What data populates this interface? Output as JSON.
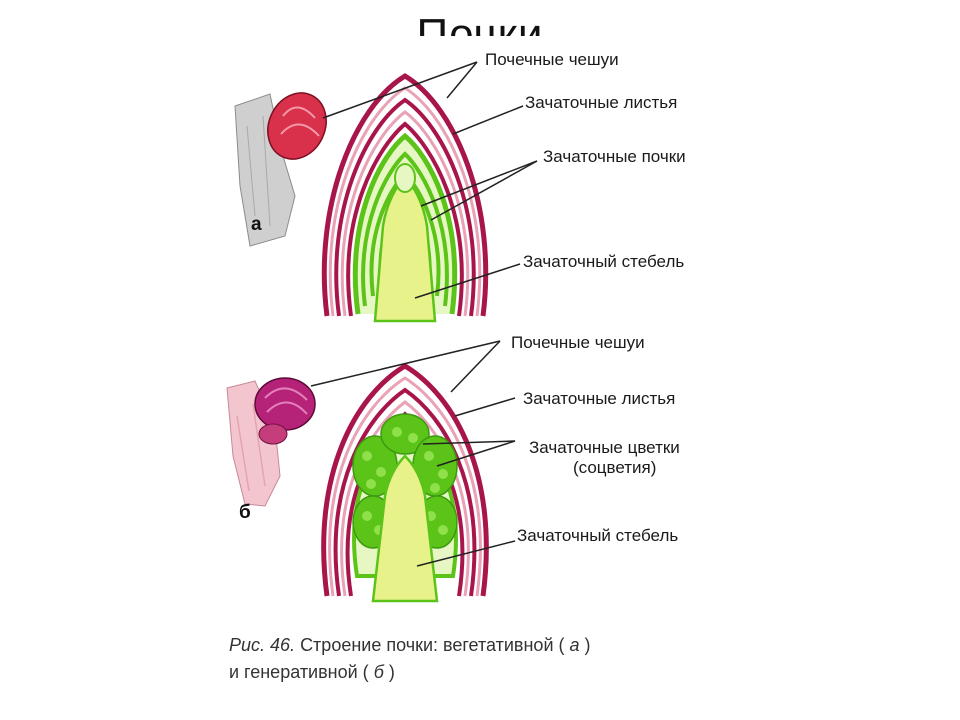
{
  "slide_title": "Почки",
  "figure_a": {
    "letter": "а",
    "labels": {
      "scales": "Почечные чешуи",
      "leaves": "Зачаточные листья",
      "buds": "Зачаточные почки",
      "stem": "Зачаточный стебель"
    }
  },
  "figure_b": {
    "letter": "б",
    "labels": {
      "scales": "Почечные чешуи",
      "leaves": "Зачаточные листья",
      "flowers_line1": "Зачаточные цветки",
      "flowers_line2": "(соцветия)",
      "stem": "Зачаточный стебель"
    }
  },
  "caption": {
    "fig_ref": "Рис. 46.",
    "text1": " Строение почки: вегетативной (",
    "letter_a": "а",
    "text2": ")",
    "text3": "и генеративной (",
    "letter_b": "б",
    "text4": ")"
  },
  "colors": {
    "scale_red": "#a8154a",
    "scale_pink": "#e9a2b6",
    "leaf_green": "#5cc418",
    "leaf_light": "#e6f7c4",
    "stem_yellow": "#e8f28a",
    "bud_red": "#d9304b",
    "bud_magenta": "#b52277",
    "twig_gray": "#c8c8c8"
  }
}
